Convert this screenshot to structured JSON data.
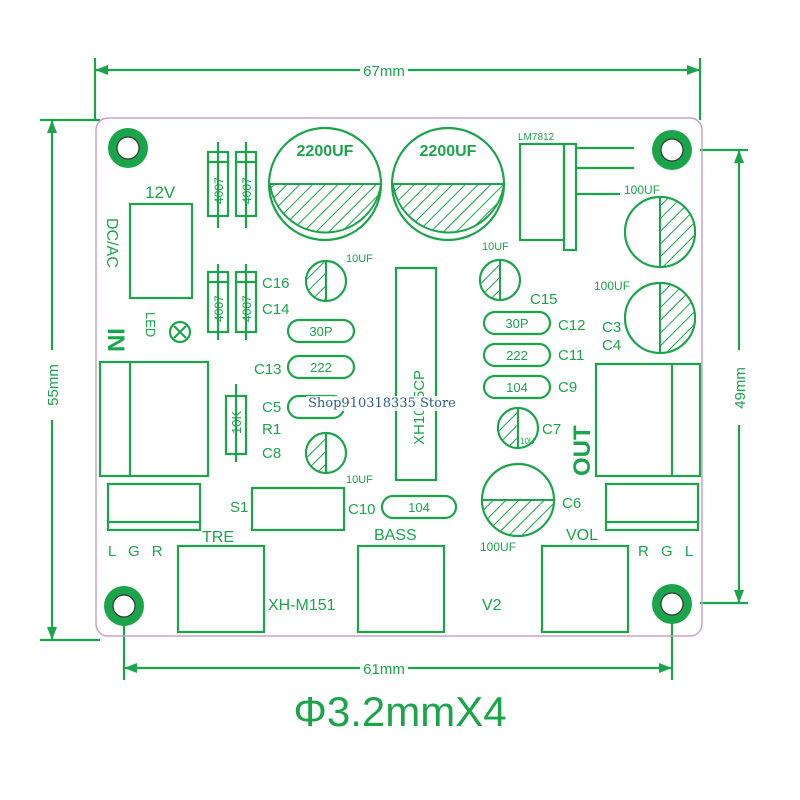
{
  "dimensions": {
    "width_top": "67mm",
    "height_left": "55mm",
    "height_right": "49mm",
    "width_bottom": "61mm",
    "hole_spec": "Φ3.2mmX4"
  },
  "labels": {
    "cap_big_1": "2200UF",
    "cap_big_2": "2200UF",
    "regulator": "LM7812",
    "cap_100uf_top": "100UF",
    "cap_100uf_mid": "100UF",
    "cap_100uf_bot": "100UF",
    "cap_10uf_a": "10UF",
    "cap_10uf_b": "10UF",
    "cap_10uf_c": "10UF",
    "cap_10u_small": "10U",
    "diode_1": "4007",
    "diode_2": "4007",
    "diode_3": "4007",
    "diode_4": "4007",
    "v12": "12V",
    "dcac": "DC/AC",
    "led": "LED",
    "in": "IN",
    "out": "OUT",
    "c16": "C16",
    "c14": "C14",
    "c13": "C13",
    "c5": "C5",
    "r1": "R1",
    "c8": "C8",
    "c10": "C10",
    "c15": "C15",
    "c12": "C12",
    "c11": "C11",
    "c9": "C9",
    "c7": "C7",
    "c6": "C6",
    "c3": "C3",
    "c4": "C4",
    "cap_30p_l": "30P",
    "cap_222_l": "222",
    "cap_30p_r": "30P",
    "cap_222_r": "222",
    "cap_104_r": "104",
    "cap_104_c10": "104",
    "resistor": "10K",
    "ic": "XH1075CP",
    "s1": "S1",
    "tre": "TRE",
    "bass": "BASS",
    "vol": "VOL",
    "lgr": "L G R",
    "rgl": "R G L",
    "model": "XH-M151",
    "v2": "V2"
  },
  "watermark": "Shop910318335 Store"
}
